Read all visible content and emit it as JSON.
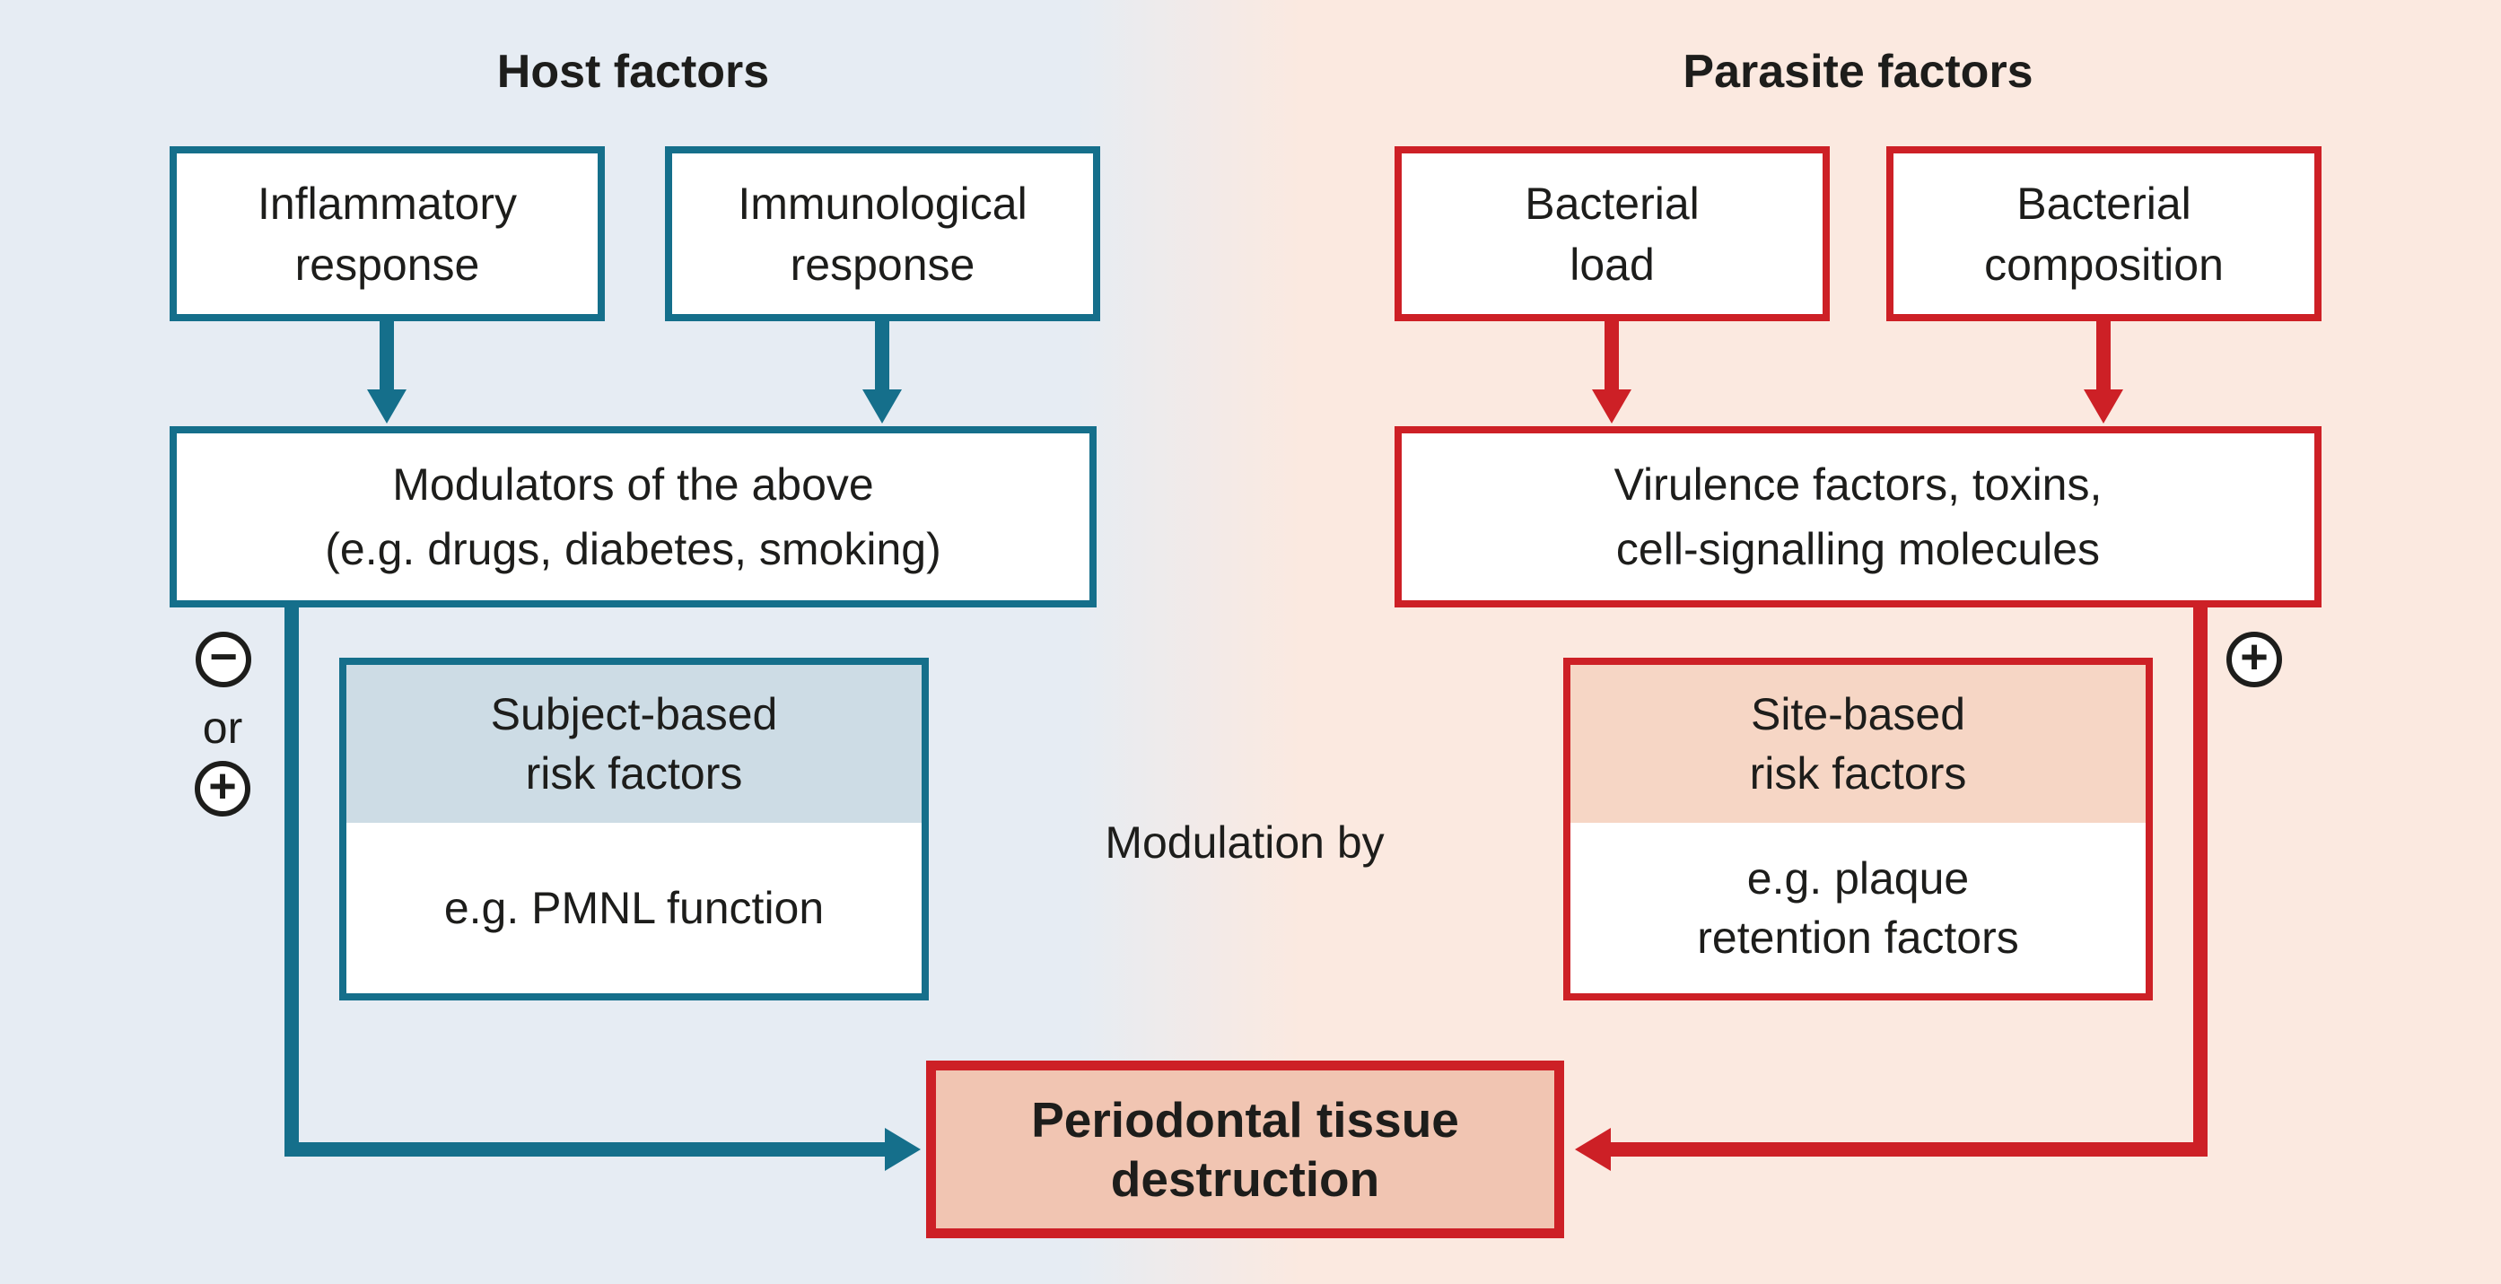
{
  "colors": {
    "teal": "#156f8b",
    "red": "#cd2026",
    "bg_left": "#e6ecf3",
    "bg_right": "#fbe9e0",
    "subject_fill": "#cddce5",
    "site_fill": "#f6d6c5",
    "destruction_fill": "#f1c5b2",
    "text": "#1d1d1b"
  },
  "titles": {
    "host": "Host factors",
    "parasite": "Parasite factors"
  },
  "boxes": {
    "inflammatory": {
      "line1": "Inflammatory",
      "line2": "response"
    },
    "immunological": {
      "line1": "Immunological",
      "line2": "response"
    },
    "modulators": {
      "line1": "Modulators of the above",
      "line2": "(e.g. drugs, diabetes, smoking)"
    },
    "subject_risk": {
      "header1": "Subject-based",
      "header2": "risk factors",
      "body": "e.g. PMNL function"
    },
    "bacterial_load": {
      "line1": "Bacterial",
      "line2": "load"
    },
    "bacterial_composition": {
      "line1": "Bacterial",
      "line2": "composition"
    },
    "virulence": {
      "line1": "Virulence factors, toxins,",
      "line2": "cell-signalling molecules"
    },
    "site_risk": {
      "header1": "Site-based",
      "header2": "risk factors",
      "body1": "e.g. plaque",
      "body2": "retention factors"
    },
    "destruction": {
      "line1": "Periodontal tissue",
      "line2": "destruction"
    }
  },
  "labels": {
    "modulation": "Modulation by",
    "or": "or",
    "minus_symbol": "−",
    "plus_symbol_left": "+",
    "plus_symbol_right": "+"
  }
}
